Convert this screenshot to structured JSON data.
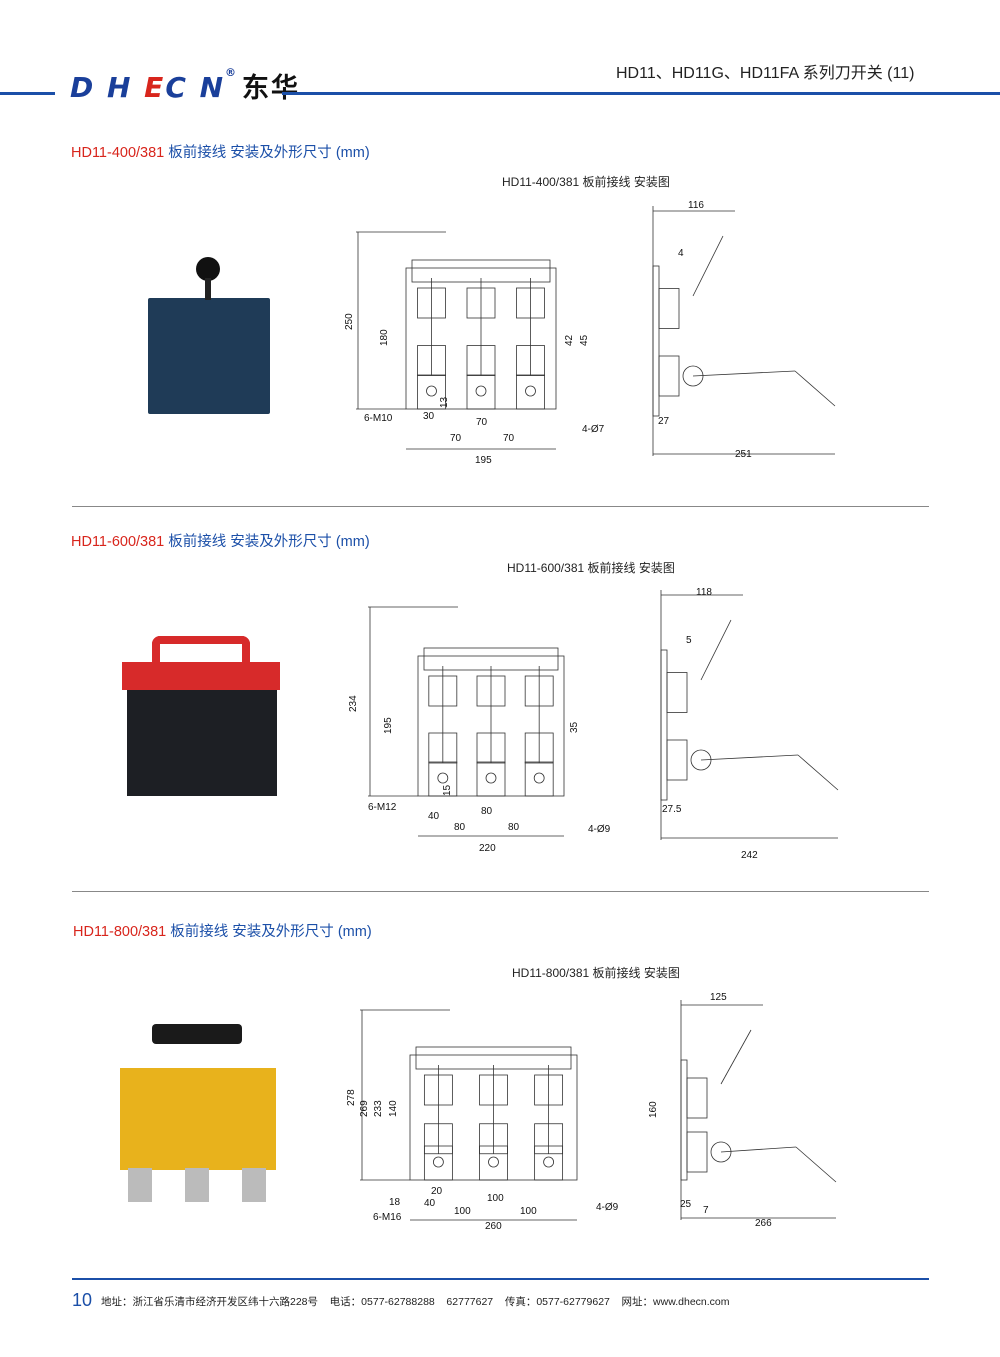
{
  "header": {
    "logo_latin": "DHECN",
    "logo_cn": "东华",
    "series_title": "HD11、HD11G、HD11FA 系列刀开关 (11)"
  },
  "sections": [
    {
      "model": "HD11-400/381",
      "desc": "板前接线 安装及外形尺寸 (mm)",
      "drawing_title": "HD11-400/381 板前接线 安装图",
      "dims": {
        "h_total": "250",
        "h_body": "180",
        "d1": "42",
        "d2": "45",
        "d3": "13",
        "thread": "6-M10",
        "w1": "30",
        "w2": "70",
        "w3": "70",
        "w4": "70",
        "holes": "4-Ø7",
        "w_total": "195",
        "s_top": "116",
        "s_plate": "4",
        "s_base": "27",
        "s_total": "251"
      }
    },
    {
      "model": "HD11-600/381",
      "desc": "板前接线 安装及外形尺寸 (mm)",
      "drawing_title": "HD11-600/381 板前接线 安装图",
      "dims": {
        "h_total": "234",
        "h_body": "195",
        "d1": "35",
        "d3": "15",
        "thread": "6-M12",
        "w1": "40",
        "w2": "80",
        "w3": "80",
        "w4": "80",
        "holes": "4-Ø9",
        "w_total": "220",
        "s_top": "118",
        "s_plate": "5",
        "s_base": "27.5",
        "s_total": "242"
      }
    },
    {
      "model": "HD11-800/381",
      "desc": "板前接线 安装及外形尺寸 (mm)",
      "drawing_title": "HD11-800/381 板前接线 安装图",
      "dims": {
        "h_total": "278",
        "h1": "269",
        "h2": "233",
        "h3": "140",
        "d0": "18",
        "d3": "20",
        "thread": "6-M16",
        "w1": "40",
        "w2": "100",
        "w3": "100",
        "w4": "100",
        "holes": "4-Ø9",
        "w_total": "260",
        "s_top": "125",
        "s_h": "160",
        "s_base": "25",
        "s_plate": "7",
        "s_total": "266"
      }
    }
  ],
  "footer": {
    "page": "10",
    "address": "地址：浙江省乐清市经济开发区纬十六路228号    电话：0577-62788288    62777627    传真：0577-62779627    网址：www.dhecn.com"
  }
}
